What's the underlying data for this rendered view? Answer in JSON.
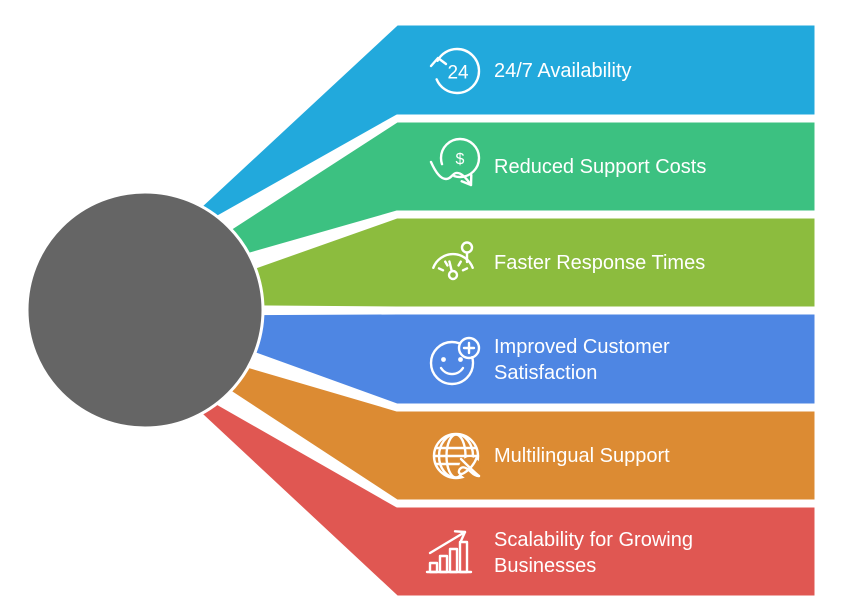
{
  "figure": {
    "name": "chatbot-benefits-infographic",
    "background_color": "#ffffff",
    "hub": {
      "shape": "circle",
      "color": "#656565",
      "outline_color": "#ffffff"
    }
  },
  "items": [
    {
      "label": "24/7 Availability",
      "lines": [
        "24/7 Availability"
      ],
      "color": "#22A9DC",
      "icon": "24-hours-icon",
      "badge": "24"
    },
    {
      "label": "Reduced Support Costs",
      "lines": [
        "Reduced Support Costs"
      ],
      "color": "#3CC181",
      "icon": "cost-reduction-icon",
      "badge": "$"
    },
    {
      "label": "Faster Response Times",
      "lines": [
        "Faster Response Times"
      ],
      "color": "#8CBC3E",
      "icon": "speedometer-icon"
    },
    {
      "label": "Improved Customer Satisfaction",
      "lines": [
        "Improved Customer",
        "Satisfaction"
      ],
      "color": "#4E86E3",
      "icon": "smiley-plus-icon"
    },
    {
      "label": "Multilingual Support",
      "lines": [
        "Multilingual Support"
      ],
      "color": "#DC8B33",
      "icon": "globe-language-icon"
    },
    {
      "label": "Scalability for Growing Businesses",
      "lines": [
        "Scalability for Growing",
        "Businesses"
      ],
      "color": "#E05752",
      "icon": "growth-chart-icon"
    }
  ]
}
